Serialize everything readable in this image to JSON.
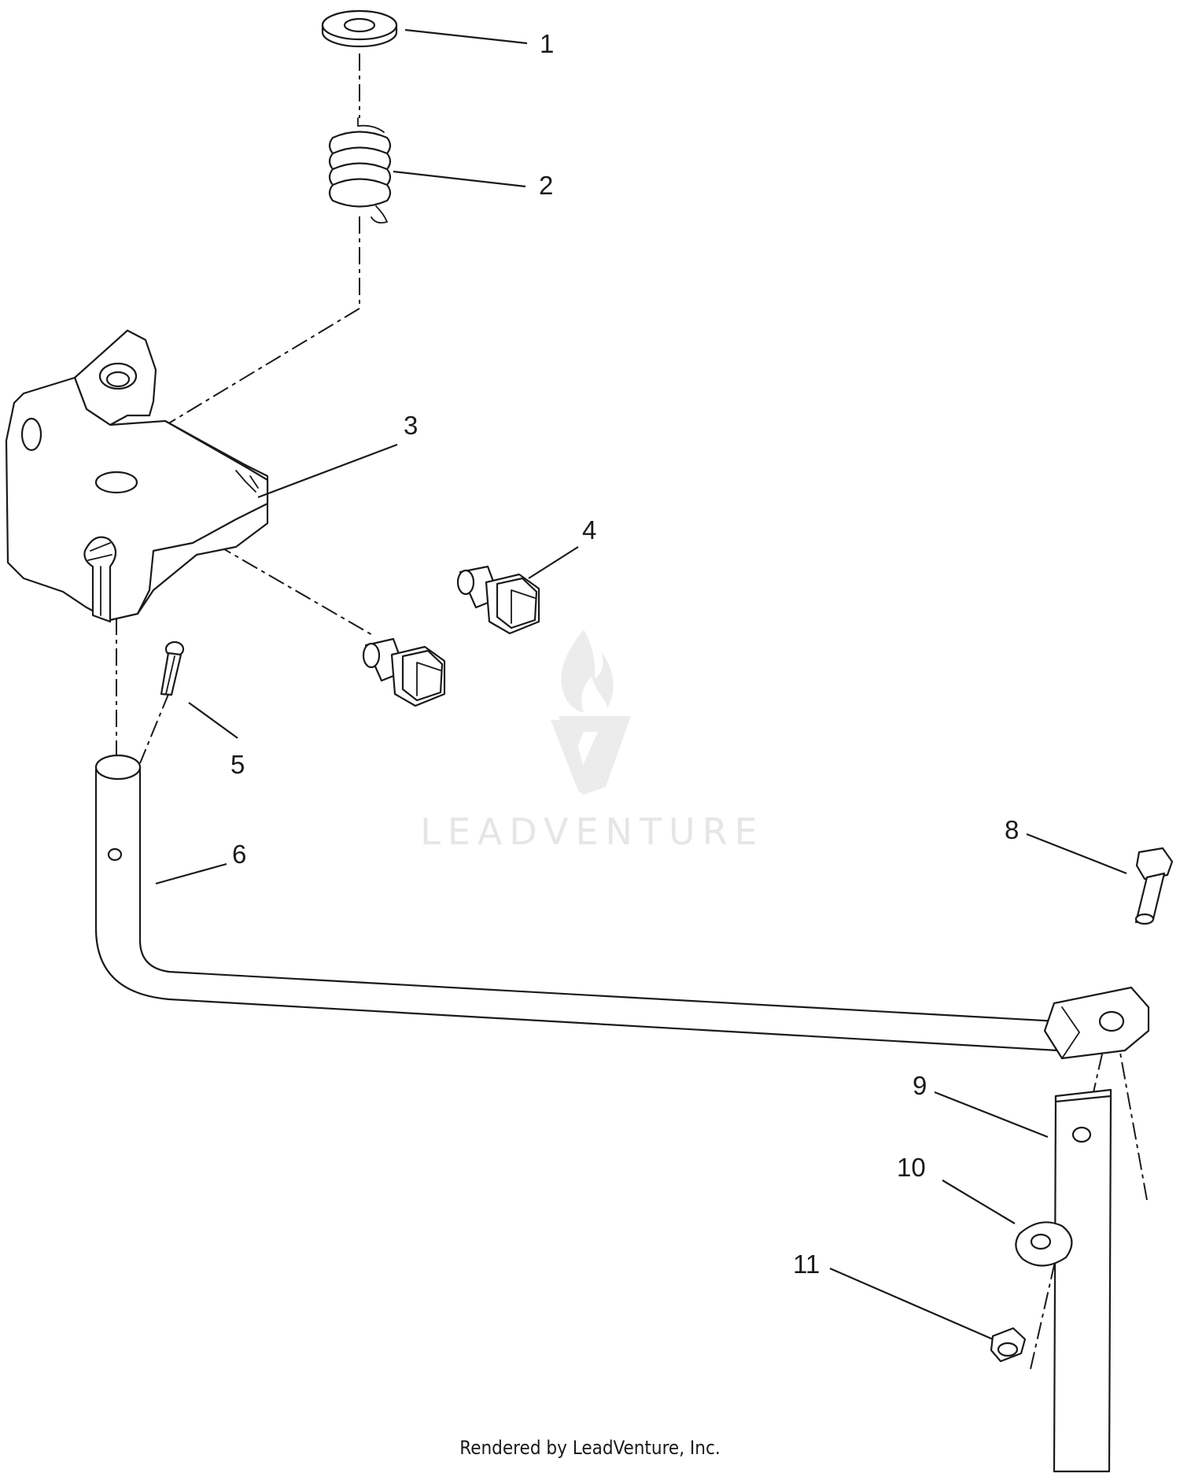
{
  "watermark": {
    "text": "LEADVENTURE"
  },
  "callouts": [
    "1",
    "2",
    "3",
    "4",
    "5",
    "6",
    "8",
    "9",
    "10",
    "11"
  ],
  "footer": {
    "text": "Rendered by LeadVenture, Inc."
  }
}
